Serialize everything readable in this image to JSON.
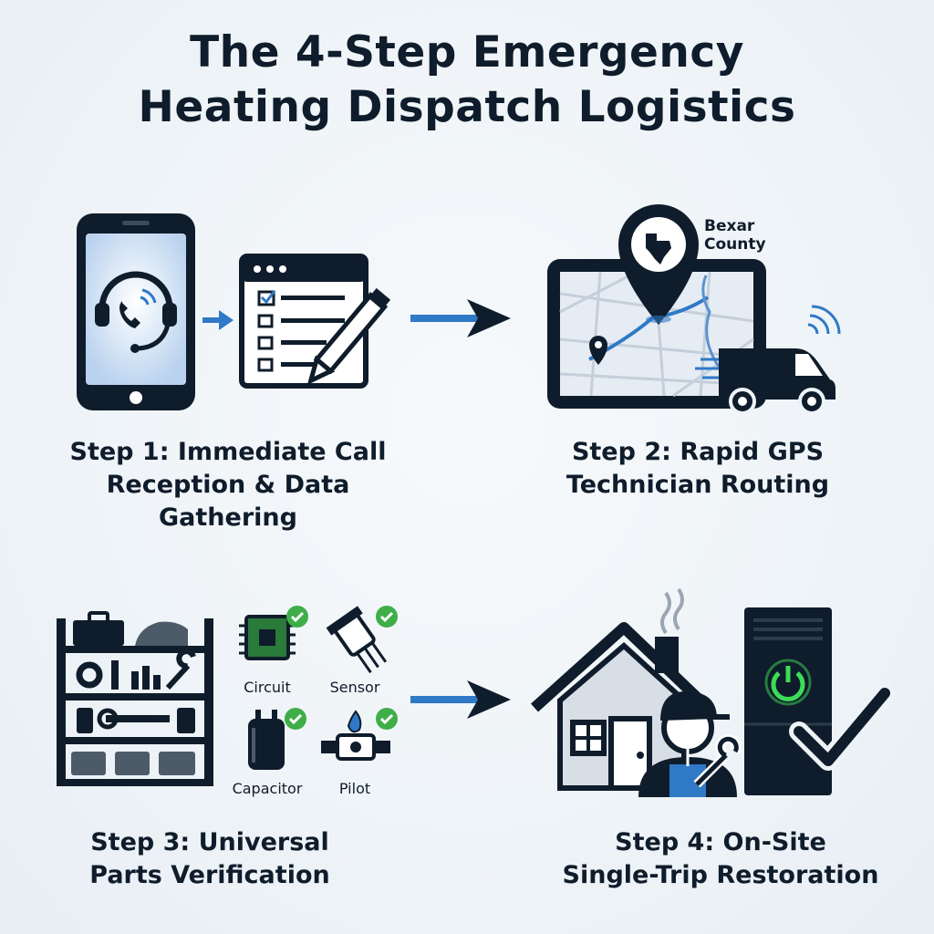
{
  "title": {
    "line1": "The 4-Step Emergency",
    "line2": "Heating Dispatch Logistics"
  },
  "steps": [
    {
      "line1": "Step 1: Immediate Call",
      "line2": "Reception & Data",
      "line3": "Gathering"
    },
    {
      "line1": "Step 2: Rapid GPS",
      "line2": "Technician Routing"
    },
    {
      "line1": "Step 3: Universal",
      "line2": "Parts Verification"
    },
    {
      "line1": "Step 4: On-Site",
      "line2": "Single-Trip Restoration"
    }
  ],
  "map": {
    "county_line1": "Bexar",
    "county_line2": "County"
  },
  "parts": [
    "Circuit",
    "Sensor",
    "Capacitor",
    "Pilot"
  ],
  "colors": {
    "dark": "#0f1c2b",
    "accent_blue": "#2f79c6",
    "check_green": "#3fae49",
    "power_green": "#3ddc57"
  },
  "icons": [
    "smartphone-headset-icon",
    "checklist-pencil-icon",
    "map-pin-icon",
    "tablet-map-icon",
    "van-icon",
    "shelf-tools-icon",
    "house-icon",
    "technician-icon",
    "furnace-power-icon",
    "checkmark-icon",
    "arrow-right-icon"
  ]
}
